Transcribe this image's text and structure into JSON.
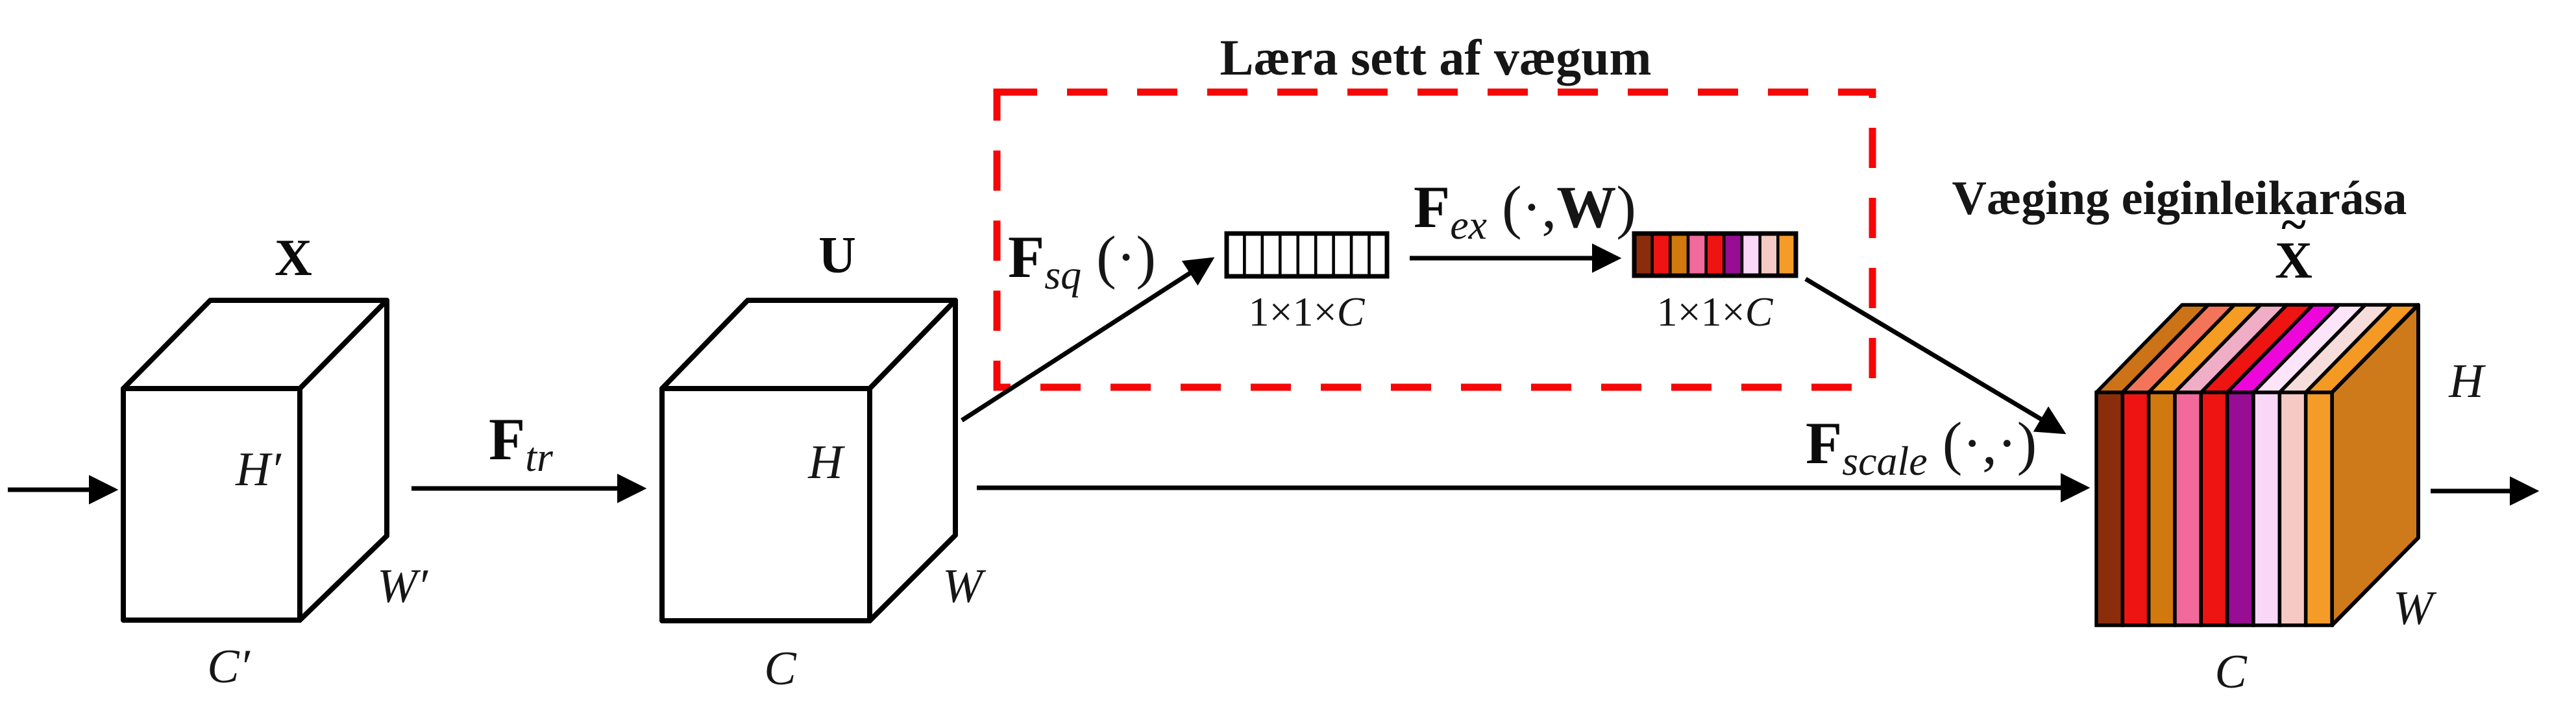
{
  "colors": {
    "red": "#f60707",
    "cube_side": "#ce7a1a"
  },
  "titles": {
    "learn_weights": "Læra sett af vægum",
    "channel_weighting": "Væging eiginleikarása"
  },
  "cube_x": {
    "label": "X",
    "h": "H′",
    "w": "W′",
    "c": "C′"
  },
  "cube_u": {
    "label": "U",
    "h": "H",
    "w": "W",
    "c": "C"
  },
  "cube_out": {
    "label": "X",
    "tilde": "~",
    "h": "H",
    "w": "W",
    "c": "C",
    "front": [
      "#8b2d0b",
      "#ee1411",
      "#d0790f",
      "#f2699b",
      "#ee1411",
      "#970d94",
      "#fad7f6",
      "#f5c9c4",
      "#f49c27"
    ],
    "top": [
      "#cc7317",
      "#f4745a",
      "#f59c22",
      "#efaec6",
      "#ee1411",
      "#ee05db",
      "#fce4f9",
      "#f6dcda",
      "#f49a24"
    ],
    "side": "#ce7a1a"
  },
  "ops": {
    "ftr": {
      "f": "F",
      "sub": "tr",
      "args": ""
    },
    "fsq": {
      "f": "F",
      "sub": "sq",
      "args": " (·)"
    },
    "fex": {
      "f": "F",
      "sub": "ex",
      "args_pre": " (·,",
      "arg_w": "W",
      "args_post": ")"
    },
    "fscale": {
      "f": "F",
      "sub": "scale",
      "args": " (·,·)"
    }
  },
  "vectors": {
    "squeeze": {
      "dim_pre": "1×1×",
      "dim_c": "C",
      "cells": [
        "#ffffff",
        "#ffffff",
        "#ffffff",
        "#ffffff",
        "#ffffff",
        "#ffffff",
        "#ffffff",
        "#ffffff",
        "#ffffff"
      ]
    },
    "excite": {
      "dim_pre": "1×1×",
      "dim_c": "C",
      "cells": [
        "#8b2d0b",
        "#ee1411",
        "#d0790f",
        "#f2699b",
        "#ee1411",
        "#970d94",
        "#fad7f6",
        "#f5c9c4",
        "#f49c27"
      ]
    }
  }
}
